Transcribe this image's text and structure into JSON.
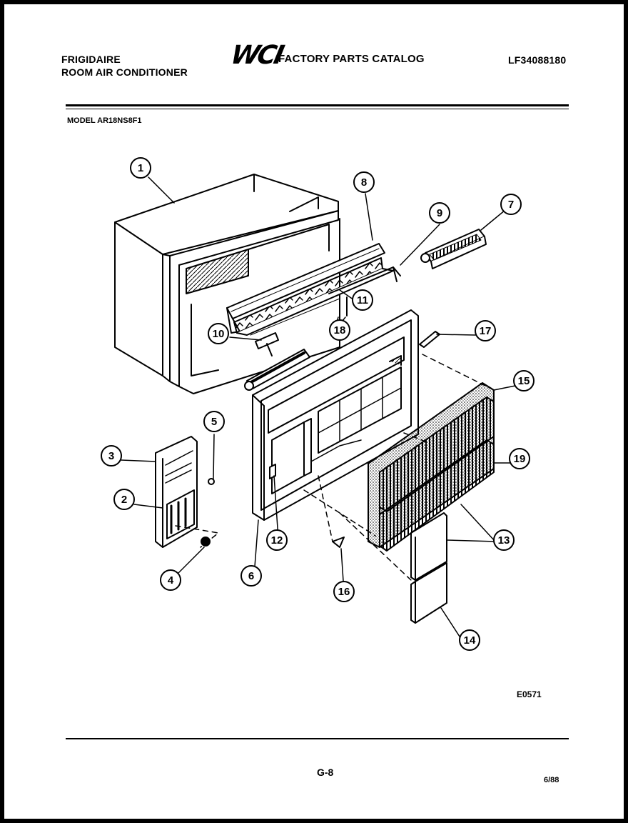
{
  "header": {
    "brand": "FRIGIDAIRE",
    "product": "ROOM AIR CONDITIONER",
    "logo_text": "WCI",
    "catalog_title": "FACTORY PARTS CATALOG",
    "catalog_number": "LF34088180",
    "model_line": "MODEL AR18NS8F1"
  },
  "diagram": {
    "callouts": [
      "1",
      "2",
      "3",
      "4",
      "5",
      "6",
      "7",
      "8",
      "9",
      "10",
      "11",
      "12",
      "13",
      "14",
      "15",
      "16",
      "17",
      "18",
      "19"
    ],
    "reference_code": "E0571"
  },
  "footer": {
    "page_code": "G-8",
    "date": "6/88"
  }
}
